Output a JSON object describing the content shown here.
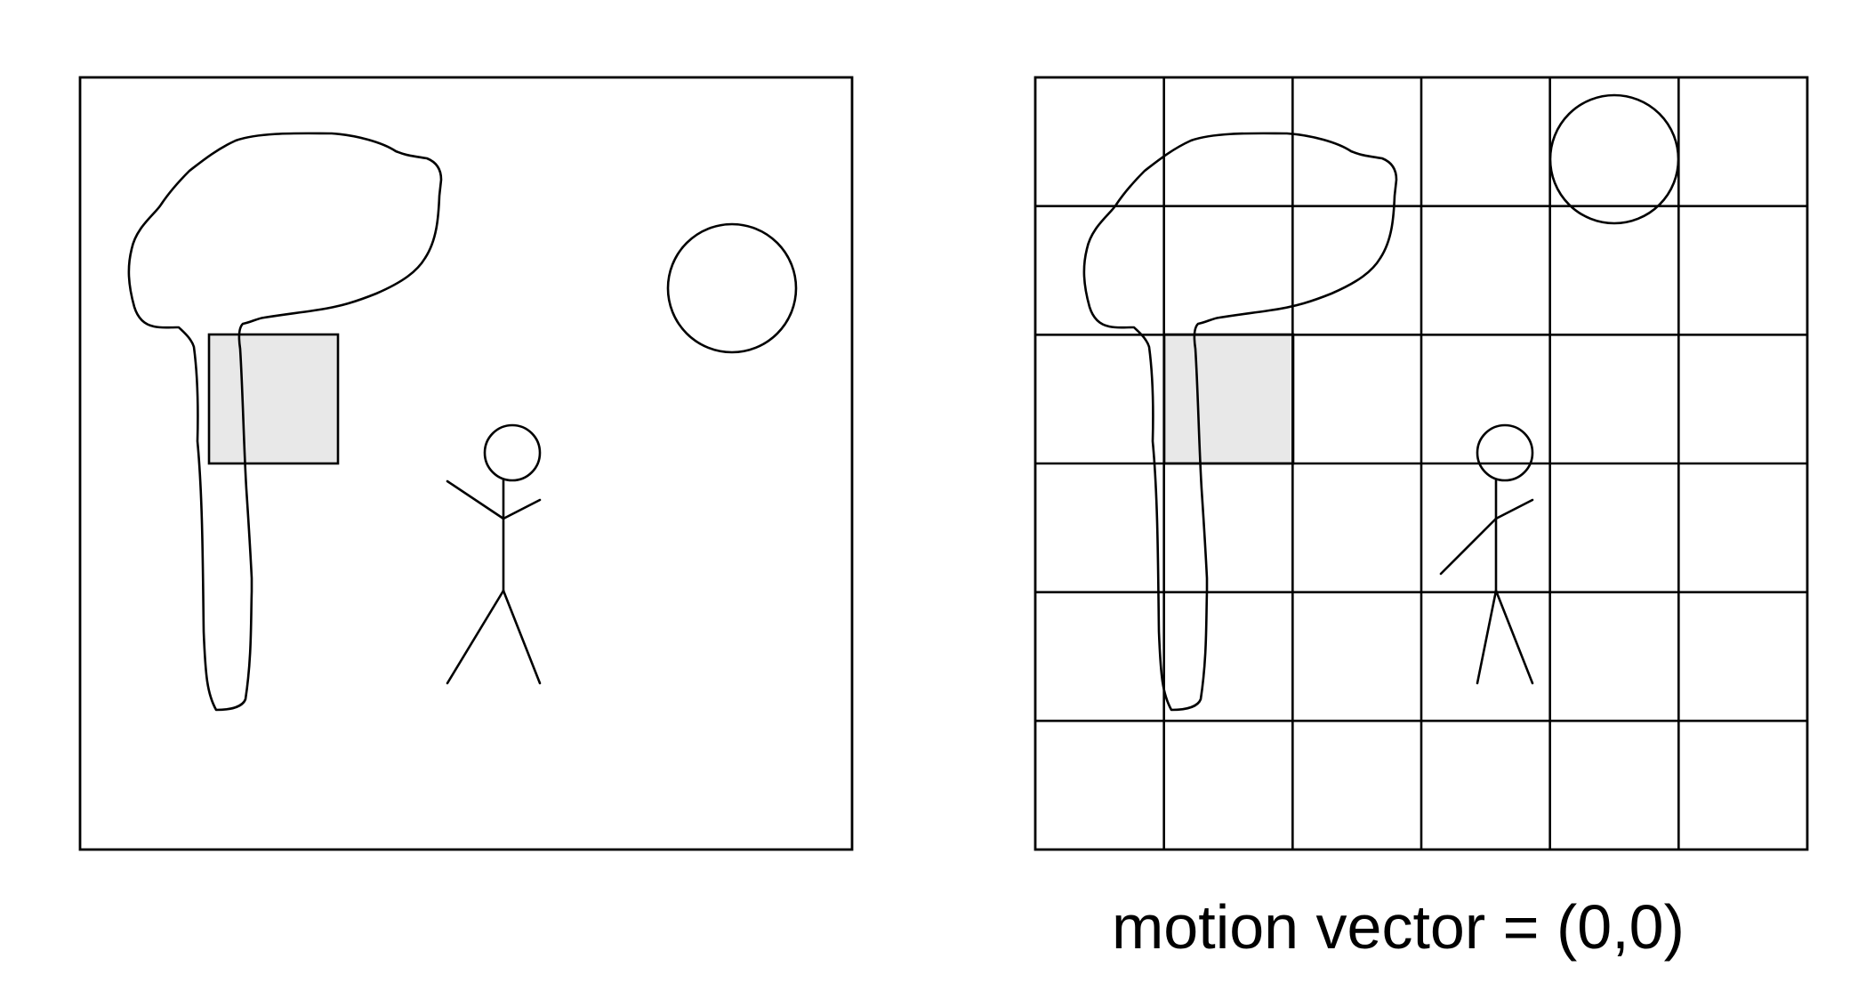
{
  "caption": "motion vector = (0,0)",
  "block_fill_color": "#e8e8e8",
  "grid": {
    "rows": 6,
    "cols": 6
  },
  "highlighted_block": {
    "row": 2,
    "col": 1
  }
}
